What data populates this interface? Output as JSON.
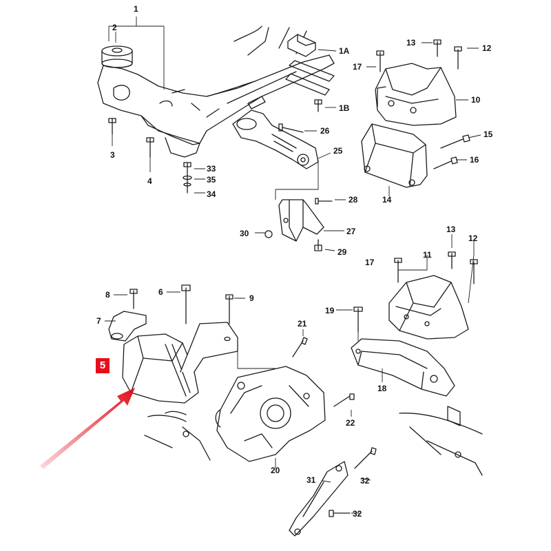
{
  "labels": {
    "l1": "1",
    "l2": "2",
    "l1A": "1A",
    "l1B": "1B",
    "l3": "3",
    "l4": "4",
    "l13a": "13",
    "l12a": "12",
    "l17a": "17",
    "l10": "10",
    "l15": "15",
    "l16": "16",
    "l14": "14",
    "l26": "26",
    "l25": "25",
    "l33": "33",
    "l35": "35",
    "l34": "34",
    "l28": "28",
    "l27": "27",
    "l30": "30",
    "l29": "29",
    "l13b": "13",
    "l12b": "12",
    "l17b": "17",
    "l11": "11",
    "l8": "8",
    "l6": "6",
    "l9": "9",
    "l7": "7",
    "l5": "5",
    "l21": "21",
    "l19": "19",
    "l18": "18",
    "l22": "22",
    "l20": "20",
    "l31": "31",
    "l32a": "32",
    "l32b": "32"
  },
  "colors": {
    "highlight": "#e3101b",
    "arrow": "#e3101b",
    "line": "#1a1a1a"
  }
}
